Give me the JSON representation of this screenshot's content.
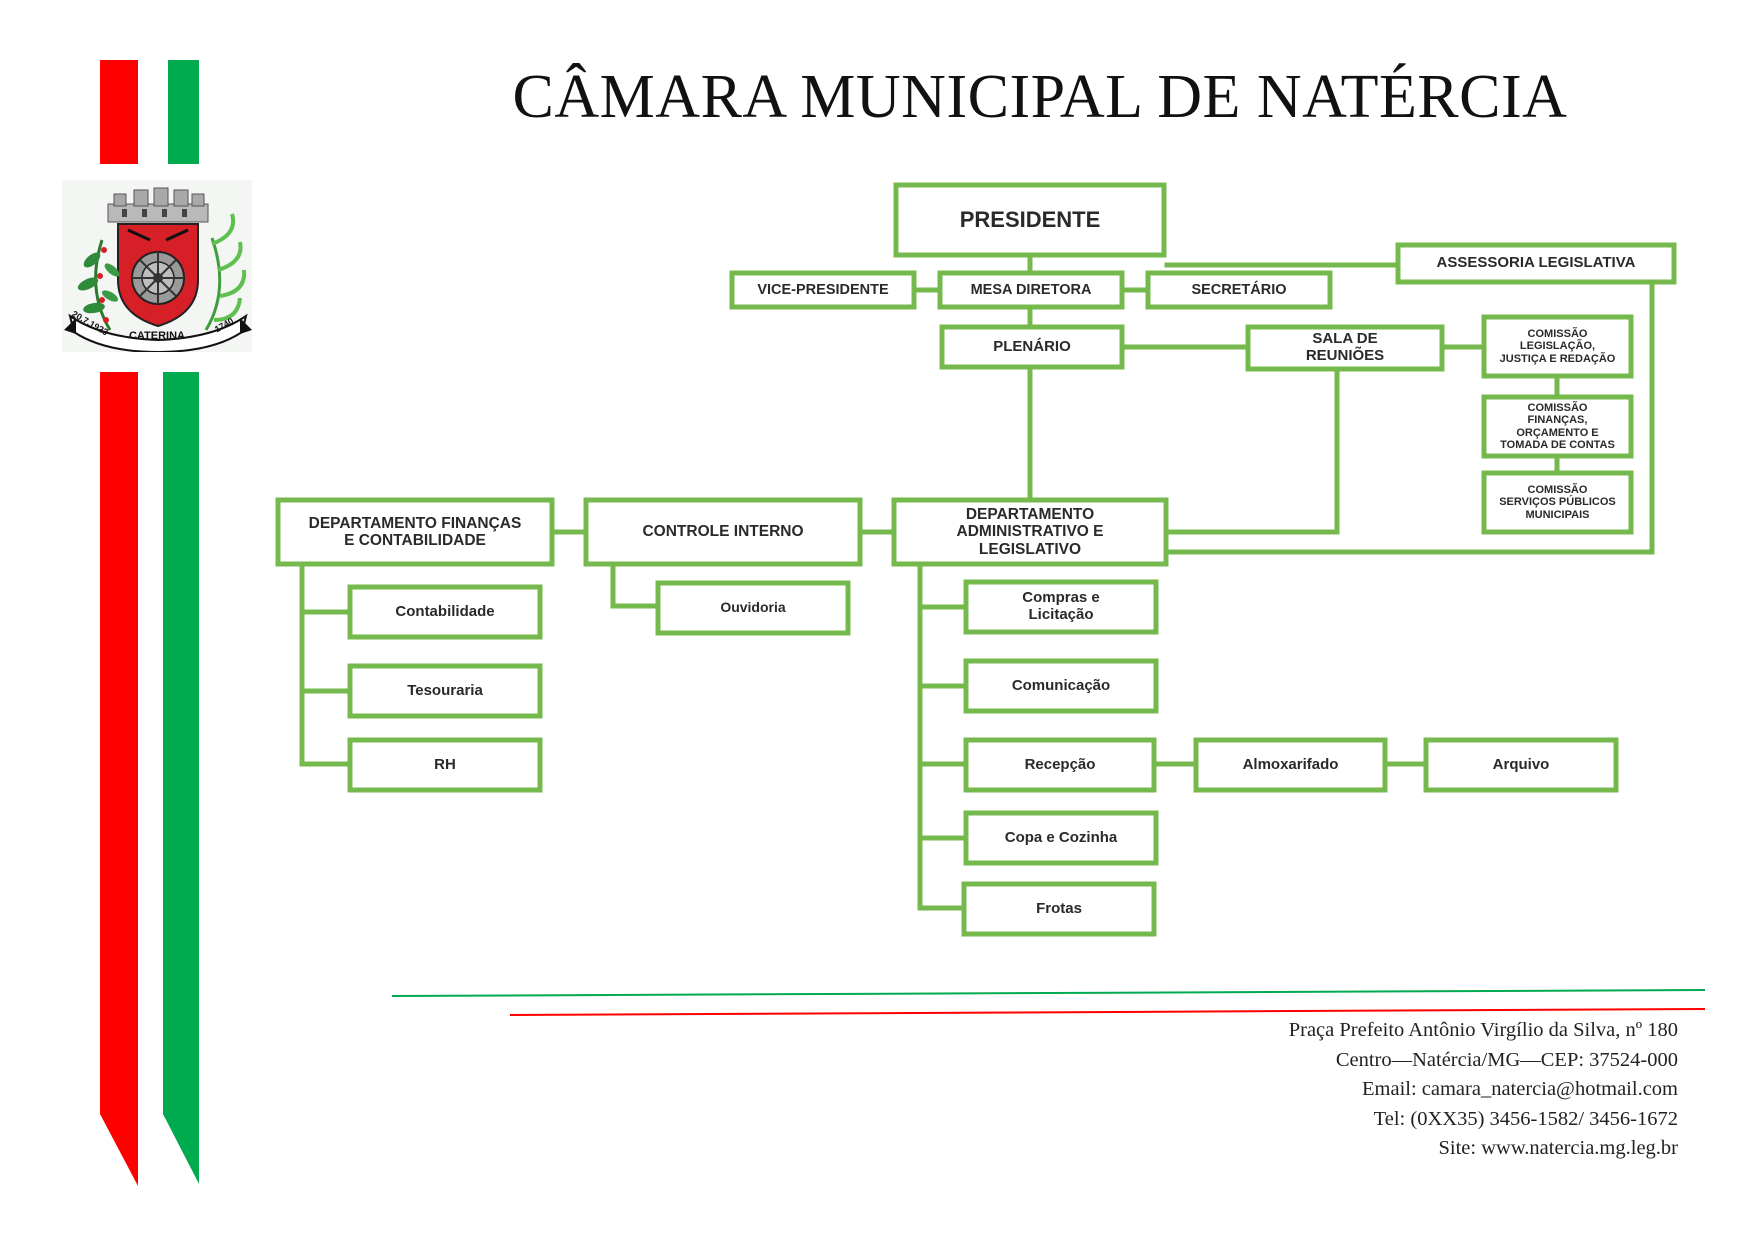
{
  "header": {
    "title": "CÂMARA MUNICIPAL DE NATÉRCIA"
  },
  "colors": {
    "red": "#ff0000",
    "green": "#00aa4f",
    "box_border": "#75b84c",
    "box_fill": "#ffffff",
    "text": "#2a2a2a"
  },
  "logo": {
    "icon": "coat-of-arms-icon",
    "ribbon_text": "CATERINA",
    "date_left": "20.7.1923",
    "date_right": "1740"
  },
  "org": {
    "presidente": "PRESIDENTE",
    "vice_presidente": "VICE-PRESIDENTE",
    "mesa_diretora": "MESA DIRETORA",
    "secretario": "SECRETÁRIO",
    "assessoria": "ASSESSORIA LEGISLATIVA",
    "plenario": "PLENÁRIO",
    "sala_reunioes": "SALA DE\nREUNIÕES",
    "comissao_legislacao": "COMISSÃO\nLEGISLAÇÃO,\nJUSTIÇA E REDAÇÃO",
    "comissao_financas": "COMISSÃO\nFINANÇAS,\nORÇAMENTO E\nTOMADA DE CONTAS",
    "comissao_servicos": "COMISSÃO\nSERVIÇOS PÚBLICOS\nMUNICIPAIS",
    "depto_financas": "DEPARTAMENTO FINANÇAS\nE CONTABILIDADE",
    "controle_interno": "CONTROLE INTERNO",
    "depto_admin": "DEPARTAMENTO\nADMINISTRATIVO E\nLEGISLATIVO",
    "contabilidade": "Contabilidade",
    "tesouraria": "Tesouraria",
    "rh": "RH",
    "ouvidoria": "Ouvidoria",
    "compras": "Compras e\nLicitação",
    "comunicacao": "Comunicação",
    "recepcao": "Recepção",
    "almoxarifado": "Almoxarifado",
    "arquivo": "Arquivo",
    "copa": "Copa e Cozinha",
    "frotas": "Frotas"
  },
  "footer": {
    "address": "Praça Prefeito Antônio Virgílio da Silva, nº 180",
    "city": "Centro—Natércia/MG—CEP: 37524-000",
    "email": "Email: camara_natercia@hotmail.com",
    "phone": "Tel: (0XX35) 3456-1582/ 3456-1672",
    "site": "Site: www.natercia.mg.leg.br"
  }
}
